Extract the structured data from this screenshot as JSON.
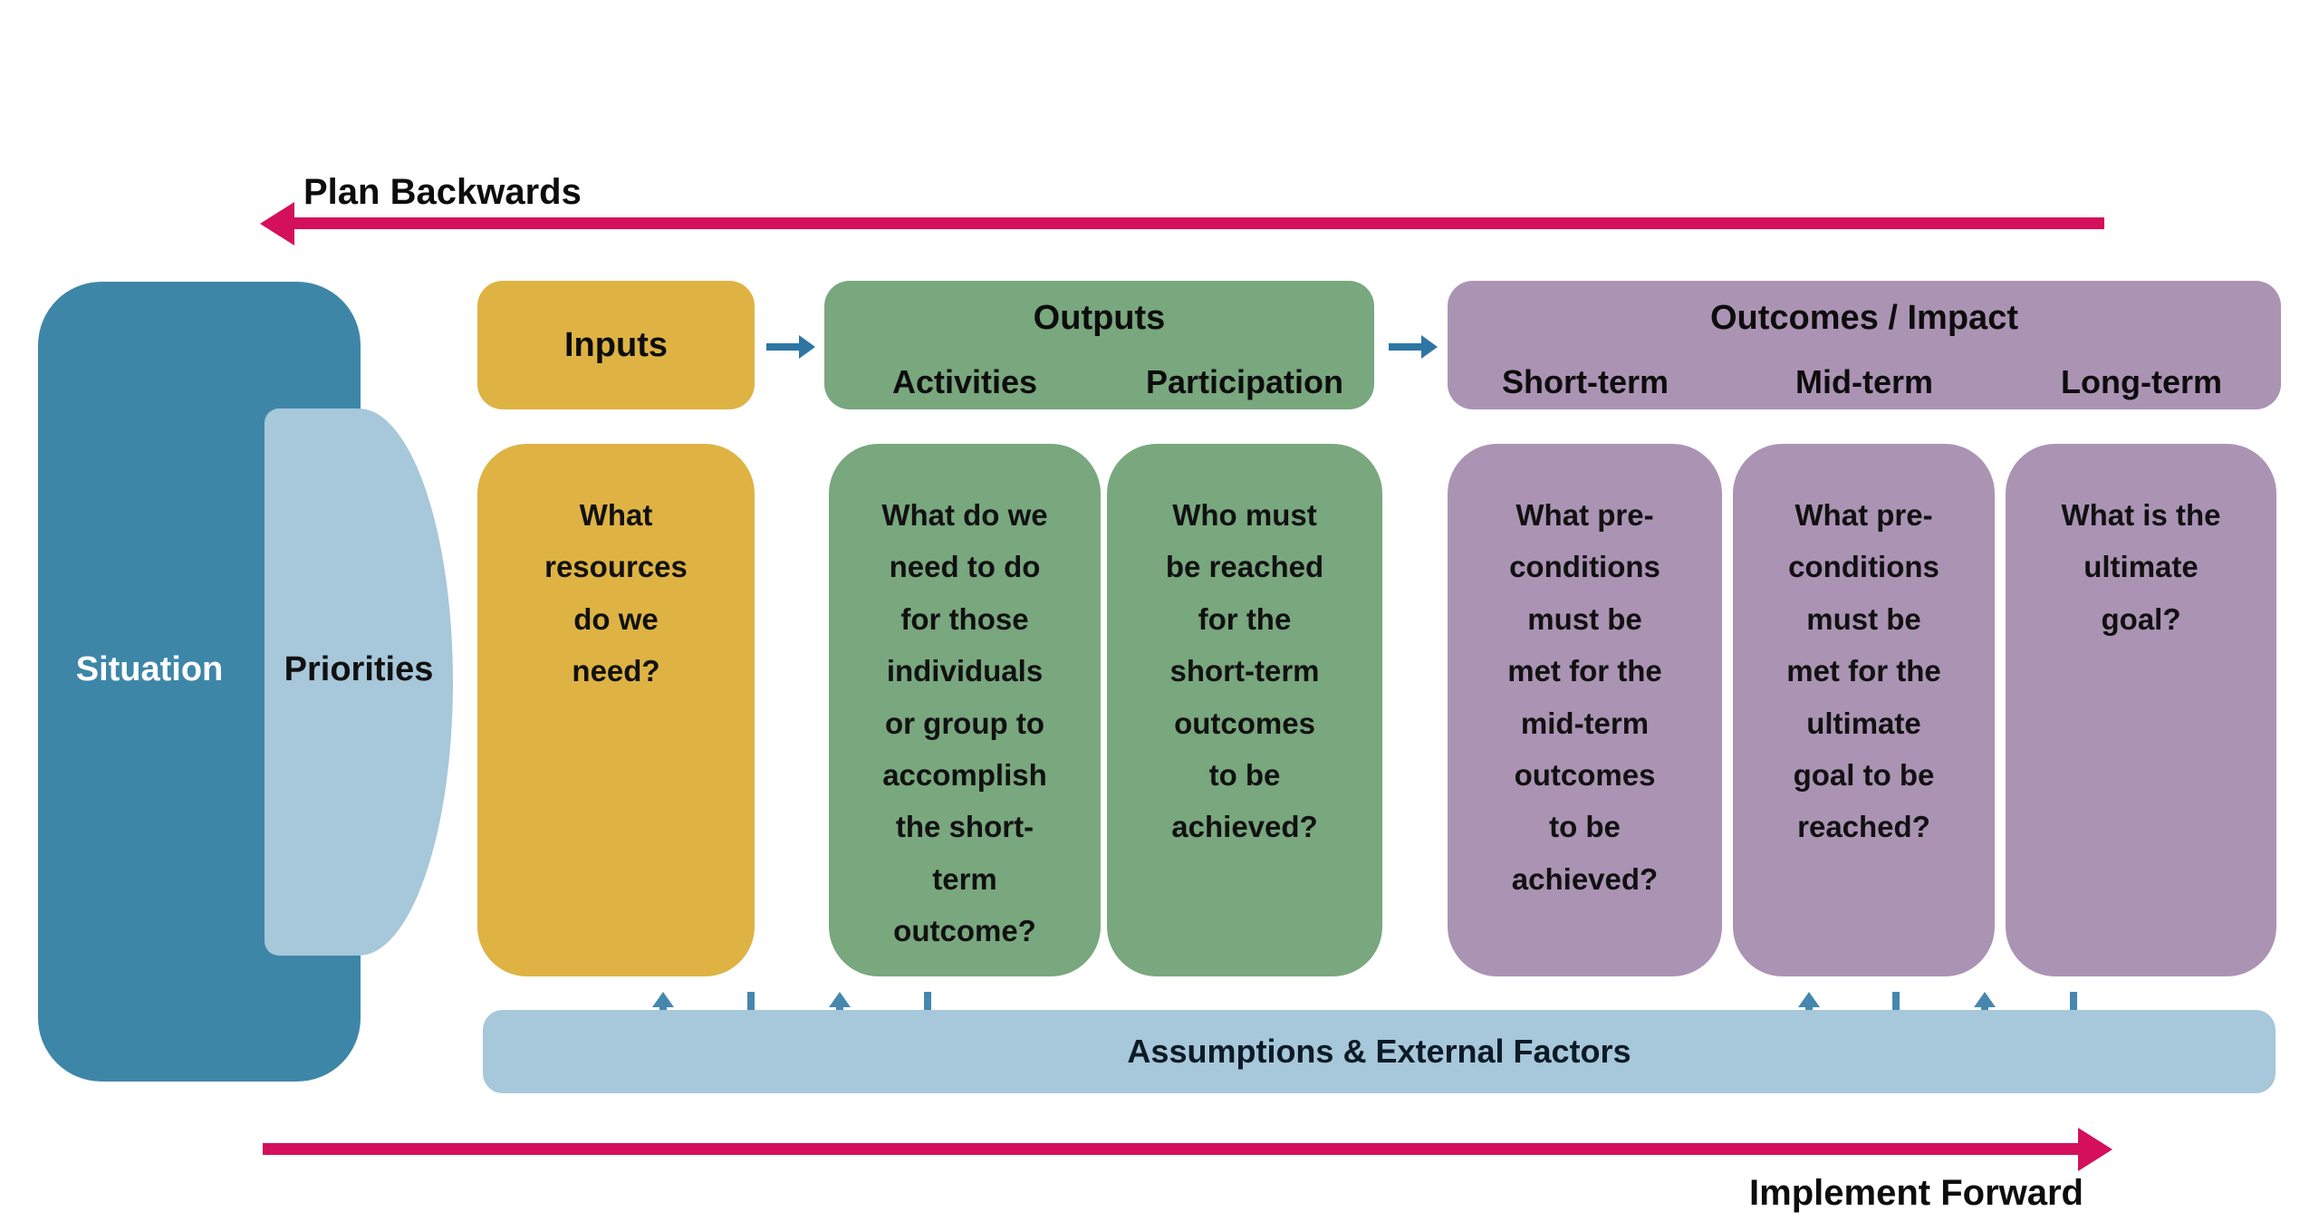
{
  "title": "Logic model planning diagram",
  "palette": {
    "teal": "#3e86a8",
    "light_blue": "#a7c7da",
    "gold": "#deb344",
    "green": "#79a77e",
    "purple": "#ab93b4",
    "crimson": "#d40f5b",
    "arrow_blue": "#2d76a3",
    "arrow_blue_light": "#4687ae"
  },
  "labels": {
    "plan_backwards": "Plan Backwards",
    "implement_forward": "Implement Forward"
  },
  "situation": {
    "label": "Situation"
  },
  "priorities": {
    "label": "Priorities"
  },
  "headers": {
    "inputs": {
      "label": "Inputs"
    },
    "outputs": {
      "label": "Outputs",
      "sublabels": [
        "Activities",
        "Participation"
      ]
    },
    "outcomes": {
      "label": "Outcomes / Impact",
      "sublabels": [
        "Short-term",
        "Mid-term",
        "Long-term"
      ]
    }
  },
  "questions": [
    {
      "column": "Inputs",
      "text": "What\nresources\ndo we\nneed?"
    },
    {
      "column": "Activities",
      "text": "What do we\nneed to do\nfor those\nindividuals\nor group to\naccomplish\nthe short-\nterm\noutcome?"
    },
    {
      "column": "Participation",
      "text": "Who must\nbe reached\nfor the\nshort-term\noutcomes\nto be\nachieved?"
    },
    {
      "column": "Short-term",
      "text": "What pre-\nconditions\nmust be\nmet for the\nmid-term\noutcomes\nto be\nachieved?"
    },
    {
      "column": "Mid-term",
      "text": "What pre-\nconditions\nmust be\nmet for the\nultimate\ngoal to be\nreached?"
    },
    {
      "column": "Long-term",
      "text": "What is the\nultimate\ngoal?"
    }
  ],
  "assumptions": {
    "label": "Assumptions & External Factors"
  }
}
